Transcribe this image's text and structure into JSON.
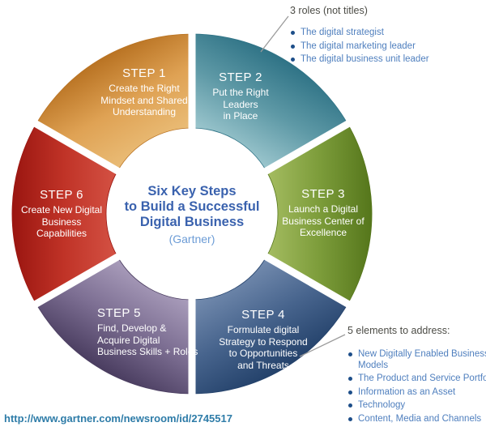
{
  "center": {
    "line1": "Six Key Steps",
    "line2": "to Build a Successful",
    "line3": "Digital Business",
    "attribution": "(Gartner)"
  },
  "steps": [
    {
      "label": "STEP 1",
      "lines": [
        "Create the Right",
        "Mindset and Shared",
        "Understanding"
      ],
      "color_light": "#ecc27e",
      "color_mid": "#dfa254",
      "color_dark": "#b97323"
    },
    {
      "label": "STEP 2",
      "lines": [
        "Put the Right",
        "Leaders",
        "in Place"
      ],
      "color_light": "#a9d0d6",
      "color_mid": "#5e99a6",
      "color_dark": "#2f7386"
    },
    {
      "label": "STEP 3",
      "lines": [
        "Launch a Digital",
        "Business Center of",
        "Excellence"
      ],
      "color_light": "#adc369",
      "color_mid": "#7c9c3a",
      "color_dark": "#55761b"
    },
    {
      "label": "STEP 4",
      "lines": [
        "Formulate digital",
        "Strategy to Respond",
        "to Opportunities",
        "and Threats"
      ],
      "color_light": "#7c93b5",
      "color_mid": "#47648d",
      "color_dark": "#24426b"
    },
    {
      "label": "STEP 5",
      "lines": [
        "Find, Develop &",
        "Acquire Digital",
        "Business Skills + Roles"
      ],
      "color_light": "#b3a7c4",
      "color_mid": "#7d6f93",
      "color_dark": "#4a3d60"
    },
    {
      "label": "STEP 6",
      "lines": [
        "Create New Digital",
        "Business",
        "Capabilities"
      ],
      "color_light": "#d8584a",
      "color_mid": "#c03327",
      "color_dark": "#9a1510"
    }
  ],
  "roles_annotation": {
    "heading": "3 roles (not titles)",
    "items": [
      "The digital strategist",
      "The digital marketing leader",
      "The digital business unit leader"
    ]
  },
  "elements_annotation": {
    "heading": "5 elements to address:",
    "items": [
      "New Digitally Enabled Business Models",
      "The Product and Service Portfolio",
      "Information as an Asset",
      "Technology",
      "Content, Media and Channels"
    ]
  },
  "source_url": "http://www.gartner.com/newsroom/id/2745517",
  "colors": {
    "center_title": "#3a62ae",
    "center_attribution": "#6c9cd6",
    "annotation_heading": "#4c4c46",
    "annotation_item_text": "#4f7fbe",
    "annotation_bullet": "#1d4e89",
    "source_url_text": "#2e7ca8",
    "leader_line": "#9b9b9b",
    "segment_text": "#ffffff",
    "background": "#ffffff"
  }
}
